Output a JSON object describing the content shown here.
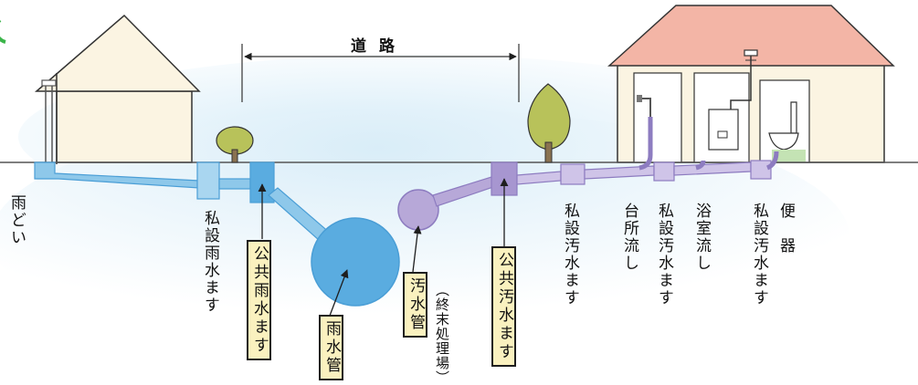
{
  "labels": {
    "road": "道路",
    "downspout": "雨どい",
    "private_rain_basin": "私設雨水ます",
    "public_rain_basin": "公共雨水ます",
    "rain_pipe": "雨水管",
    "sewage_pipe": "汚水管",
    "terminal_plant": "（終末処理場）",
    "public_sewage_basin": "公共汚水ます",
    "private_sewage_basin_1": "私設汚水ます",
    "kitchen_drain": "台所流し",
    "private_sewage_basin_2": "私設汚水ます",
    "bathroom_drain": "浴室流し",
    "toilet": "便　器",
    "private_sewage_basin_3": "私設汚水ます"
  },
  "colors": {
    "rain_water": "#8ec8ea",
    "rain_water_dark": "#4a9ed6",
    "sewage": "#b7a8d8",
    "sewage_dark": "#8d7cc0",
    "label_box": "#faf1bf",
    "house_wall": "#fbf4e2",
    "roof": "#f3b5a6",
    "tree": "#b8c25a"
  }
}
